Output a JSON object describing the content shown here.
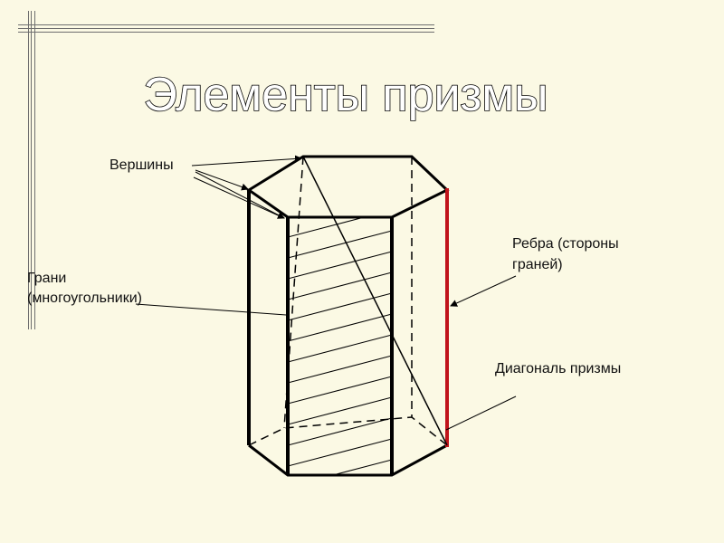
{
  "title": "Элементы призмы",
  "labels": {
    "vertices": "Вершины",
    "faces_line1": "Грани",
    "faces_line2": "(многоугольники)",
    "edges_line1": "Ребра (стороны",
    "edges_line2": "граней)",
    "diagonal": "Диагональ призмы"
  },
  "colors": {
    "background": "#FBF9E4",
    "highlighted_edge": "#C0141B",
    "lines": "#000000",
    "decoration": "#6E6E6E"
  }
}
